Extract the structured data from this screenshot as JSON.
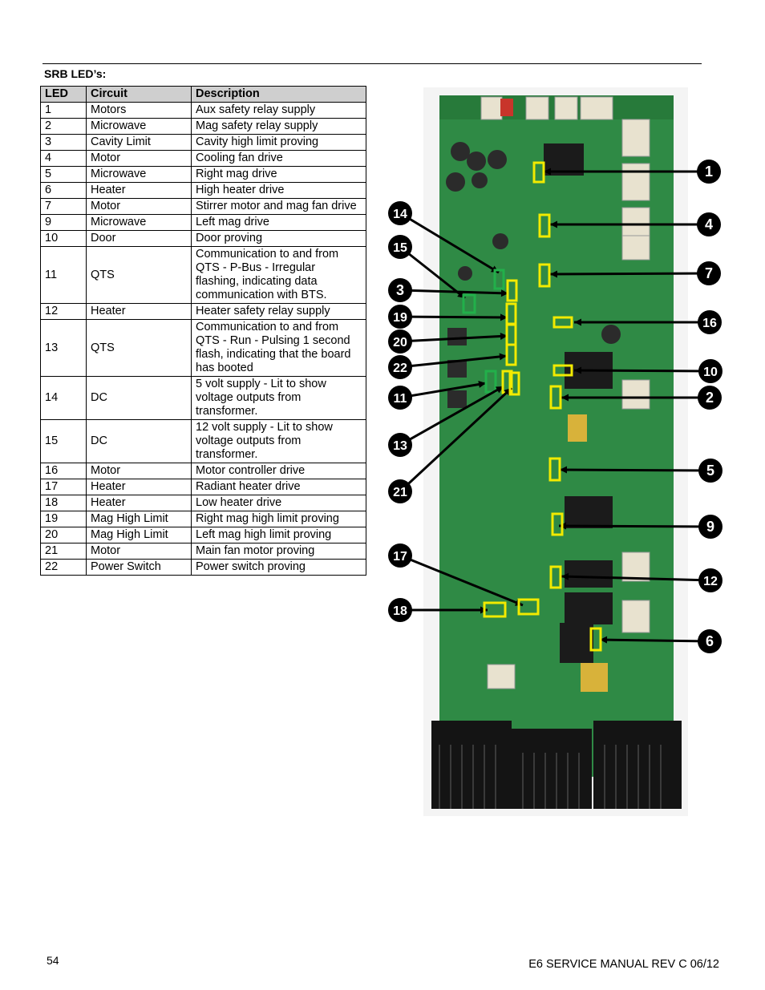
{
  "section_title": "SRB LED’s:",
  "table": {
    "headers": [
      "LED",
      "Circuit",
      "Description"
    ],
    "rows": [
      [
        "1",
        "Motors",
        "Aux safety relay supply"
      ],
      [
        "2",
        "Microwave",
        "Mag safety relay supply"
      ],
      [
        "3",
        "Cavity Limit",
        "Cavity high limit proving"
      ],
      [
        "4",
        "Motor",
        "Cooling fan drive"
      ],
      [
        "5",
        "Microwave",
        "Right mag drive"
      ],
      [
        "6",
        "Heater",
        "High heater drive"
      ],
      [
        "7",
        "Motor",
        "Stirrer motor and mag fan drive"
      ],
      [
        "9",
        "Microwave",
        "Left mag drive"
      ],
      [
        "10",
        "Door",
        "Door proving"
      ],
      [
        "11",
        "QTS",
        "Communication to and from QTS - P-Bus - Irregular flashing, indicating data communication with BTS."
      ],
      [
        "12",
        "Heater",
        "Heater safety relay supply"
      ],
      [
        "13",
        "QTS",
        "Communication to and from QTS - Run - Pulsing 1 second flash, indicating that the board has booted"
      ],
      [
        "14",
        "DC",
        "5 volt supply - Lit to show voltage outputs from transformer."
      ],
      [
        "15",
        "DC",
        "12 volt supply - Lit to show voltage outputs from transformer."
      ],
      [
        "16",
        "Motor",
        "Motor controller drive"
      ],
      [
        "17",
        "Heater",
        "Radiant heater drive"
      ],
      [
        "18",
        "Heater",
        "Low heater drive"
      ],
      [
        "19",
        "Mag High Limit",
        "Right mag high limit proving"
      ],
      [
        "20",
        "Mag High Limit",
        "Left mag high limit proving"
      ],
      [
        "21",
        "Motor",
        "Main fan motor proving"
      ],
      [
        "22",
        "Power Switch",
        "Power switch proving"
      ]
    ]
  },
  "callouts": [
    "1",
    "4",
    "7",
    "16",
    "10",
    "2",
    "5",
    "9",
    "12",
    "6",
    "14",
    "15",
    "3",
    "19",
    "20",
    "22",
    "11",
    "13",
    "21",
    "17",
    "18"
  ],
  "colors": {
    "board": "#2f8a45",
    "highlight_yellow": "#f2ea00",
    "highlight_green": "#22b04a",
    "heatsink": "#141414",
    "table_header": "#cfcfcf"
  },
  "footer": {
    "page_number": "54",
    "manual": "E6 SERVICE MANUAL REV C 06/12"
  }
}
